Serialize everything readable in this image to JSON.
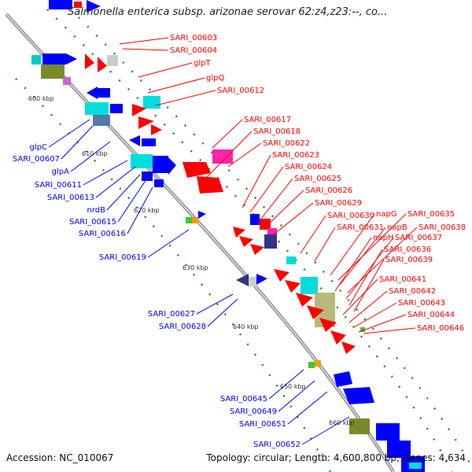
{
  "title": "Salmonella enterica subsp. arizonae serovar 62:z4,z23:--, co...",
  "accession": "Accession: NC_010067",
  "summary": "Topology: circular; Length: 4,600,800 bp; Genes: 4,634",
  "colors": {
    "forward": "#ff0000",
    "reverse": "#0000ff",
    "backbone": "#999999",
    "tick": "#228b22"
  },
  "kbp_ticks": [
    "600 kbp",
    "610 kbp",
    "620 kbp",
    "630 kbp",
    "640 kbp",
    "650 kbp",
    "660 kbp"
  ],
  "forward_labels": [
    "SARI_00603",
    "SARI_00604",
    "glpT",
    "glpQ",
    "SARI_00612",
    "SARI_00617",
    "SARI_00618",
    "SARI_00622",
    "SARI_00623",
    "SARI_00624",
    "SARI_00625",
    "SARI_00626",
    "SARI_00629",
    "SARI_00630",
    "napG",
    "SARI_00635",
    "SARI_00631",
    "napB",
    "SARI_00638",
    "napH",
    "SARI_00637",
    "SARI_00636",
    "SARI_00639",
    "SARI_00641",
    "SARI_00642",
    "SARI_00643",
    "SARI_00644",
    "SARI_00646"
  ],
  "reverse_labels": [
    "glpC",
    "SARI_00607",
    "glpA",
    "SARI_00611",
    "SARI_00613",
    "nrdB",
    "SARI_00615",
    "SARI_00616",
    "SARI_00619",
    "SARI_00627",
    "SARI_00628",
    "SARI_00645",
    "SARI_00649",
    "SARI_00651",
    "SARI_00652"
  ]
}
